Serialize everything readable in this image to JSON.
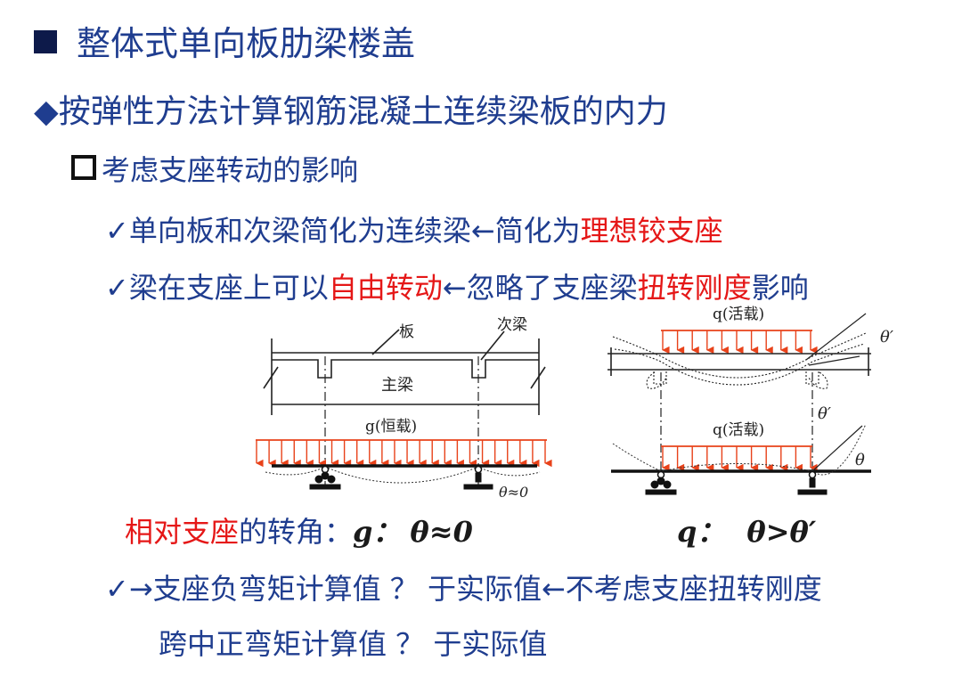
{
  "slide": {
    "title": "整体式单向板肋梁楼盖",
    "heading": "按弹性方法计算钢筋混凝土连续梁板的内力",
    "subheading": "考虑支座转动的影响",
    "point1": {
      "prefix": "单向板和次梁简化为连续梁",
      "arrow": "←",
      "middle": "简化为",
      "highlight": "理想铰支座"
    },
    "point2": {
      "prefix": "梁在支座上可以",
      "highlight1": "自由转动",
      "arrow": "←",
      "middle": "忽略了支座梁",
      "highlight2": "扭转刚度",
      "suffix": "影响"
    },
    "angle_line": {
      "highlight": "相对支座",
      "text": "的转角：",
      "g_label": "g：",
      "g_formula": "θ≈0"
    },
    "q_line": {
      "label": "q：",
      "formula": "θ>θ′"
    },
    "point3": {
      "arrow": "→",
      "text": "支座负弯矩计算值 ？ 于实际值",
      "arrow2": "←",
      "text2": "不考虑支座扭转刚度"
    },
    "point4": {
      "text": "跨中正弯矩计算值 ？ 于实际值"
    }
  },
  "diagram_left": {
    "label_slab": "板",
    "label_secondary_beam": "次梁",
    "label_main_beam": "主梁",
    "load_label": "g(恒载)",
    "angle_label": "θ≈0"
  },
  "diagram_right": {
    "load_label_top": "q(活载)",
    "load_label_bottom": "q(活载)",
    "angle_label_top": "θ′",
    "angle_label_mid": "θ′",
    "angle_label_bottom": "θ"
  },
  "colors": {
    "text_blue": "#1f3d8f",
    "highlight_red": "#e51717",
    "load_arrow": "#e8421a"
  },
  "icons": {
    "title_bullet": "filled-square-icon",
    "heading_bullet": "diamond-icon",
    "sub_bullet": "hollow-square-icon",
    "point_bullet": "checkmark-icon"
  }
}
